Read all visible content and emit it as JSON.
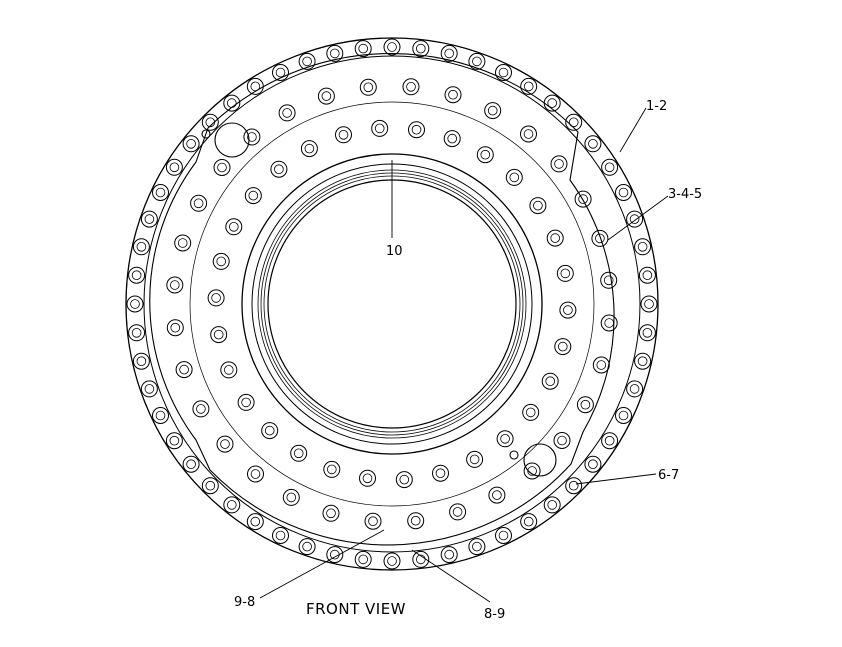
{
  "diagram": {
    "title": "FRONT VIEW",
    "callouts": [
      {
        "id": "c1",
        "label": "1-2"
      },
      {
        "id": "c2",
        "label": "3-4-5"
      },
      {
        "id": "c3",
        "label": "10"
      },
      {
        "id": "c4",
        "label": "6-7"
      },
      {
        "id": "c5",
        "label": "9-8"
      },
      {
        "id": "c6",
        "label": "8-9"
      }
    ]
  },
  "colors": {
    "line": "#000000",
    "background": "#ffffff"
  }
}
